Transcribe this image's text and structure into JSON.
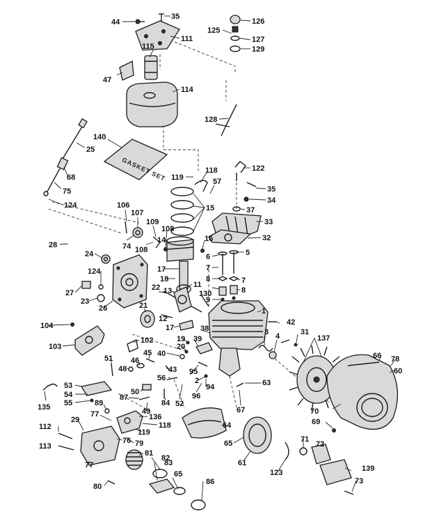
{
  "diagram": {
    "gasket_set_text": "GASKET SET",
    "labels": {
      "p44": "44",
      "p35a": "35",
      "p126": "126",
      "p125": "125",
      "p127": "127",
      "p129": "129",
      "p111": "111",
      "p115": "115",
      "p47": "47",
      "p114": "114",
      "p128": "128",
      "p25": "25",
      "p140": "140",
      "p68": "68",
      "p75": "75",
      "p124a": "124",
      "p119": "119",
      "p118a": "118",
      "p57": "57",
      "p15": "15",
      "p122": "122",
      "p35b": "35",
      "p34": "34",
      "p37": "37",
      "p33": "33",
      "p32": "32",
      "p106": "106",
      "p107": "107",
      "p109": "109",
      "p28": "28",
      "p74": "74",
      "p108a": "108",
      "p108b": "108",
      "p14": "14",
      "p16": "16",
      "p24": "24",
      "p5": "5",
      "p6": "6",
      "p7a": "7",
      "p7b": "7",
      "p8a": "8",
      "p8b": "8",
      "p9": "9",
      "p17a": "17",
      "p18": "18",
      "p124b": "124",
      "p27": "27",
      "p23": "23",
      "p26": "26",
      "p22": "22",
      "p13": "13",
      "p11": "11",
      "p130": "130",
      "p21": "21",
      "p12": "12",
      "p17b": "17",
      "p1": "1",
      "p42": "42",
      "p104": "104",
      "p103": "103",
      "p38": "38",
      "p31": "31",
      "p137": "137",
      "p3": "3",
      "p4": "4",
      "p19": "19",
      "p39": "39",
      "p102": "102",
      "p20": "20",
      "p40": "40",
      "p45": "45",
      "p66": "66",
      "p78": "78",
      "p60": "60",
      "p51": "51",
      "p46": "46",
      "p48": "48",
      "p43": "43",
      "p95": "95",
      "p2": "2",
      "p56": "56",
      "p94": "94",
      "p63": "63",
      "p53": "53",
      "p54": "54",
      "p55": "55",
      "p135": "135",
      "p50": "50",
      "p87": "87",
      "p84": "84",
      "p52": "52",
      "p96": "96",
      "p67": "67",
      "p70": "70",
      "p89": "89",
      "p49": "49",
      "p77a": "77",
      "p136": "136",
      "p118b": "118",
      "p119b": "119",
      "p29": "29",
      "p69": "69",
      "p112": "112",
      "p113": "113",
      "p76": "76",
      "p79": "79",
      "p64": "64",
      "p65a": "65",
      "p71": "71",
      "p72": "72",
      "p81": "81",
      "p61": "61",
      "p77b": "77",
      "p82": "82",
      "p83": "83",
      "p123": "123",
      "p139": "139",
      "p65b": "65",
      "p80": "80",
      "p86": "86",
      "p73": "73"
    }
  }
}
